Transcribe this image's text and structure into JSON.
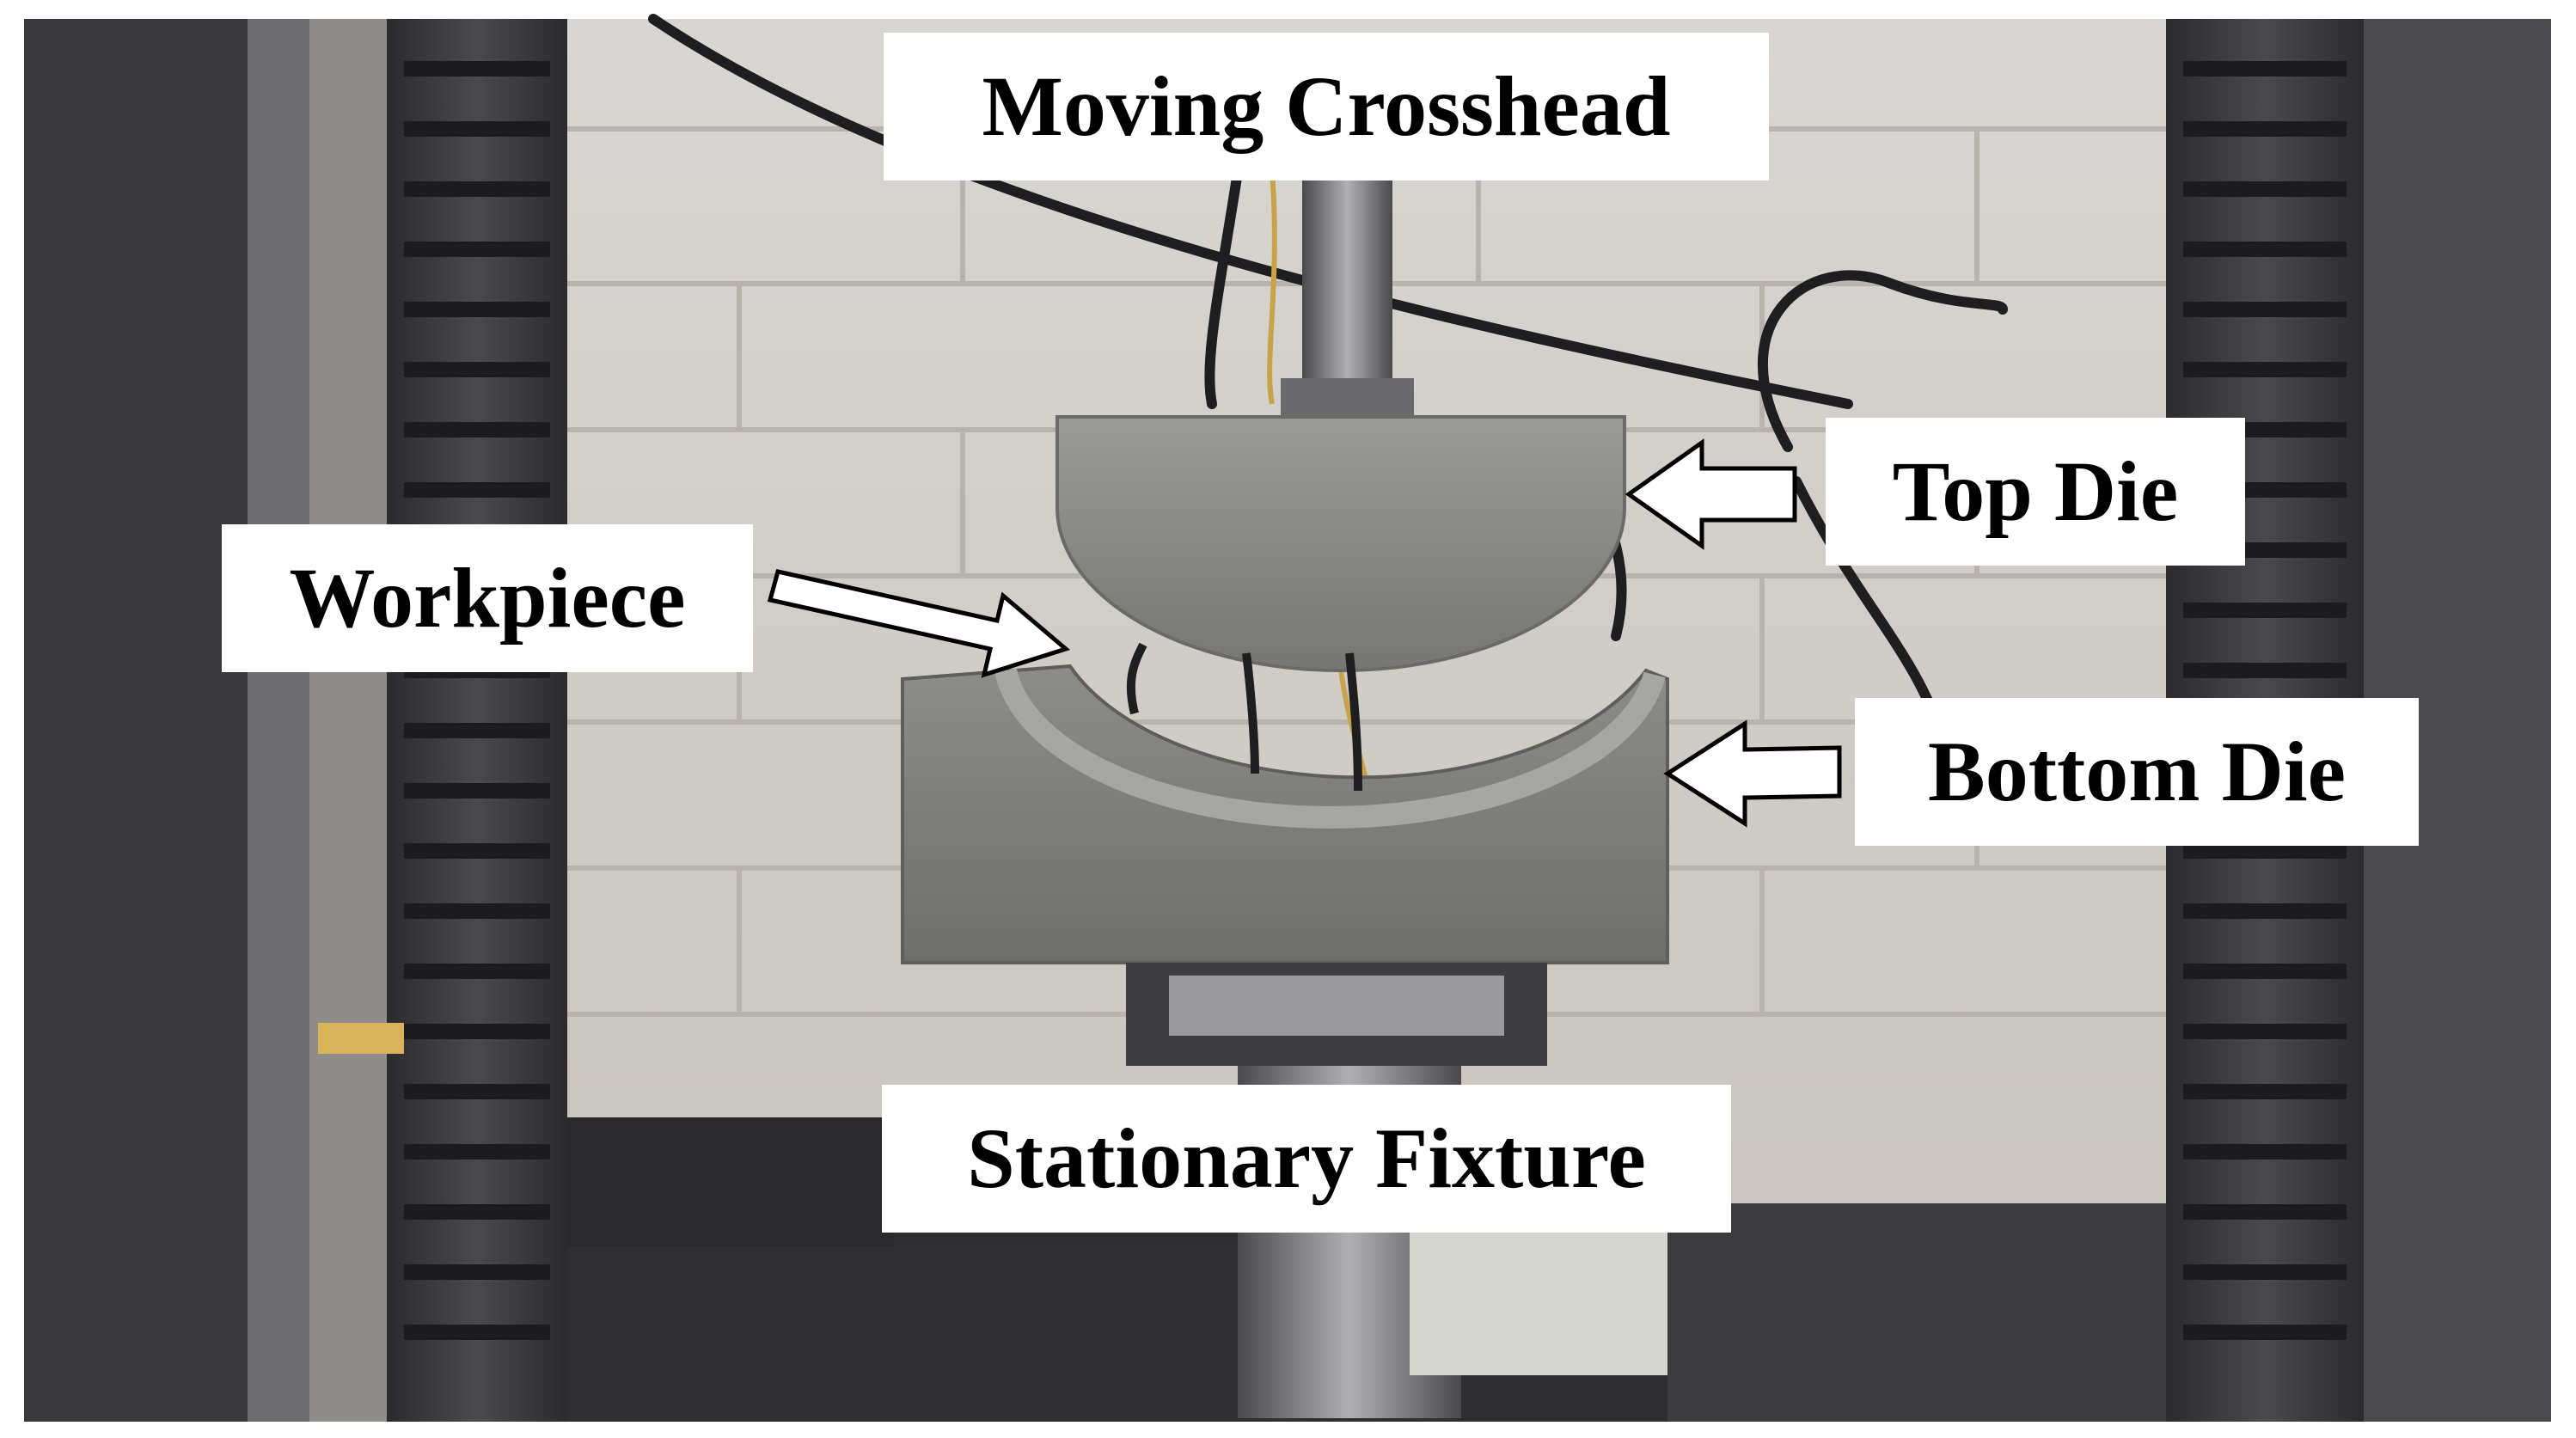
{
  "figure": {
    "labels": {
      "moving_crosshead": "Moving Crosshead",
      "top_die": "Top Die",
      "workpiece": "Workpiece",
      "bottom_die": "Bottom Die",
      "stationary_fixture": "Stationary Fixture"
    },
    "colors": {
      "background_wall": "#dcd8d2",
      "frame_dark": "#3a3a3c",
      "die_gray": "#8a8a88",
      "label_bg": "#ffffff",
      "label_text": "#000000"
    }
  }
}
